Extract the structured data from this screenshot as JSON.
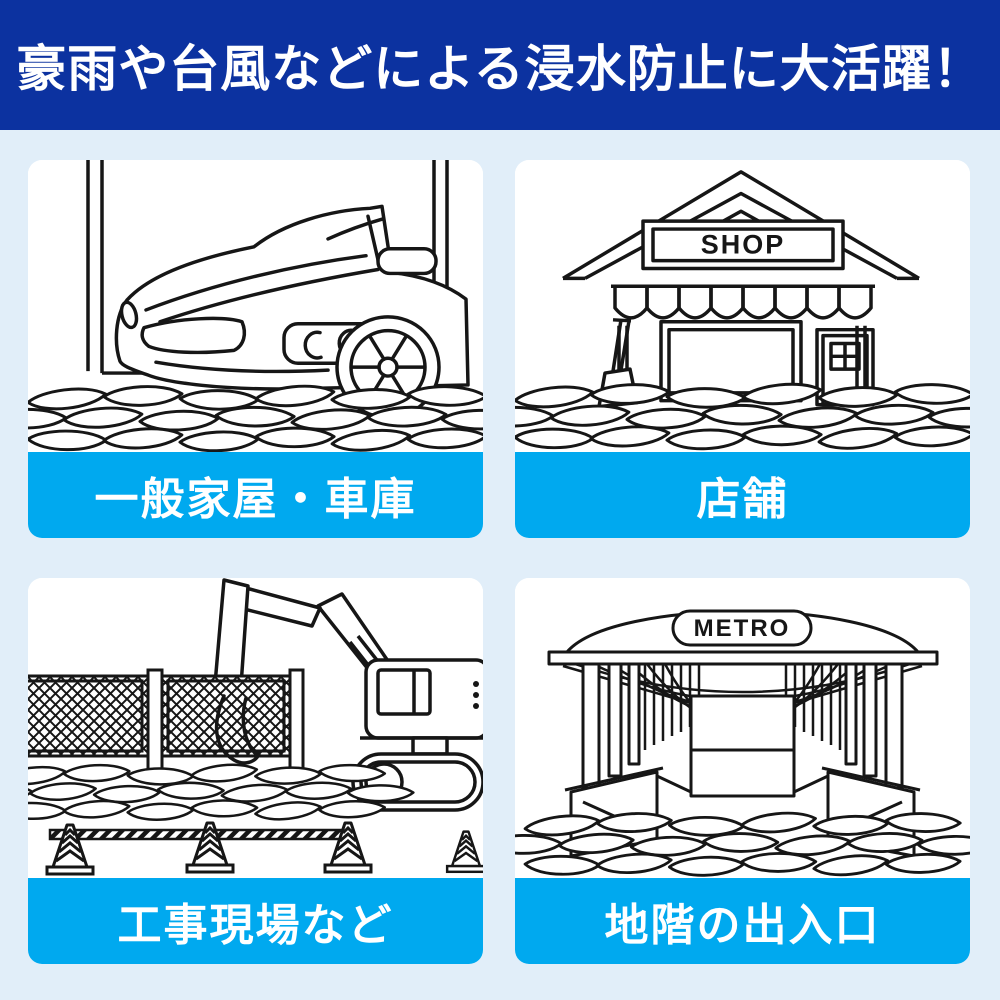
{
  "header": {
    "title": "豪雨や台風などによる浸水防止に大活躍！"
  },
  "colors": {
    "header_bg": "#0c32a0",
    "page_bg": "#e1eef9",
    "caption_bg": "#00a9ef",
    "caption_text": "#ffffff",
    "line_art": "#161616",
    "art_bg": "#ffffff"
  },
  "panels": [
    {
      "id": "house-garage",
      "label": "一般家屋・車庫",
      "illustration": "car-in-garage-icon",
      "sign_text": ""
    },
    {
      "id": "shop",
      "label": "店舗",
      "illustration": "shop-storefront-icon",
      "sign_text": "SHOP"
    },
    {
      "id": "construction",
      "label": "工事現場など",
      "illustration": "construction-site-icon",
      "sign_text": ""
    },
    {
      "id": "metro",
      "label": "地階の出入口",
      "illustration": "metro-entrance-icon",
      "sign_text": "METRO"
    }
  ]
}
